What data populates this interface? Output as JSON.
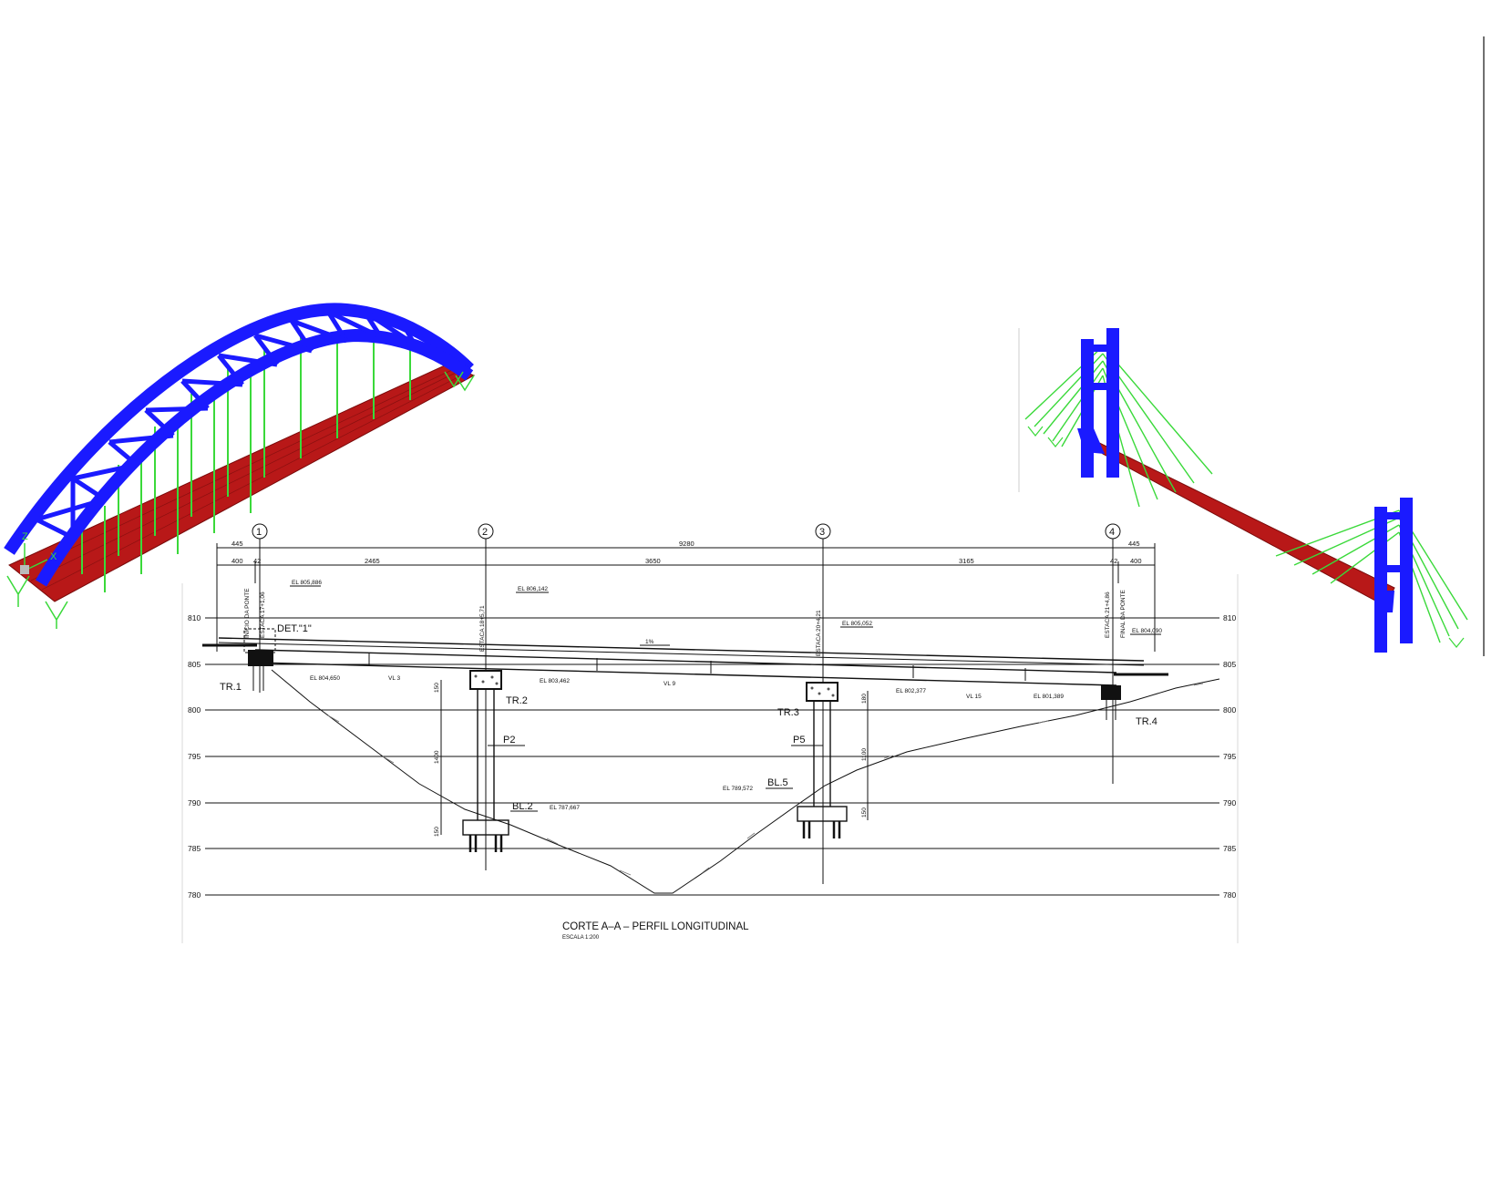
{
  "drawing": {
    "title": "CORTE A–A – PERFIL LONGITUDINAL",
    "scale": "ESCALA 1:200",
    "axes": [
      {
        "label": "1"
      },
      {
        "label": "2"
      },
      {
        "label": "3"
      },
      {
        "label": "4"
      }
    ],
    "dims_top": {
      "left": "445",
      "total": "9280",
      "right": "445"
    },
    "dims_mid": {
      "left": "400",
      "s1": "2465",
      "s2": "3650",
      "s3": "3165",
      "right": "400",
      "small_left": "42",
      "small_right": "42"
    },
    "levels": [
      "810",
      "805",
      "800",
      "795",
      "790",
      "785",
      "780"
    ],
    "tags": {
      "tr1": "TR.1",
      "tr2": "TR.2",
      "tr3": "TR.3",
      "tr4": "TR.4",
      "p2": "P2",
      "p5": "P5",
      "bl2": "BL.2",
      "bl5": "BL.5",
      "det1": "DET.\"1\""
    },
    "elevations": {
      "e1": "EL 805,886",
      "e2": "EL 806,142",
      "e3": "EL 805,052",
      "e4": "EL 804,090",
      "e5": "EL 804,650",
      "e6": "EL 803,462",
      "e7": "EL 802,377",
      "e8": "EL 801,389",
      "e9": "EL 789,572",
      "e10": "EL 787,667"
    },
    "beams": {
      "vl1": "VL 3",
      "vl2": "VL 9",
      "vl3": "VL 15"
    },
    "slope": "1%",
    "vertical_notes": {
      "v1": "INÍCIO DA PONTE",
      "v1b": "ESTACA 17+1,06",
      "v2": "ESTACA 18+5,71",
      "v3": "ESTACA 20+4,21",
      "v4": "ESTACA 21+4,86",
      "v4b": "FINAL DA PONTE"
    },
    "dims_vertical": {
      "d1": "150",
      "d2": "1400",
      "d3": "150",
      "d4": "180",
      "d5": "1100",
      "d6": "150"
    }
  },
  "colors": {
    "arch_blue": "#1a1aff",
    "deck_red": "#b81818",
    "cable_green": "#3ad93a"
  }
}
